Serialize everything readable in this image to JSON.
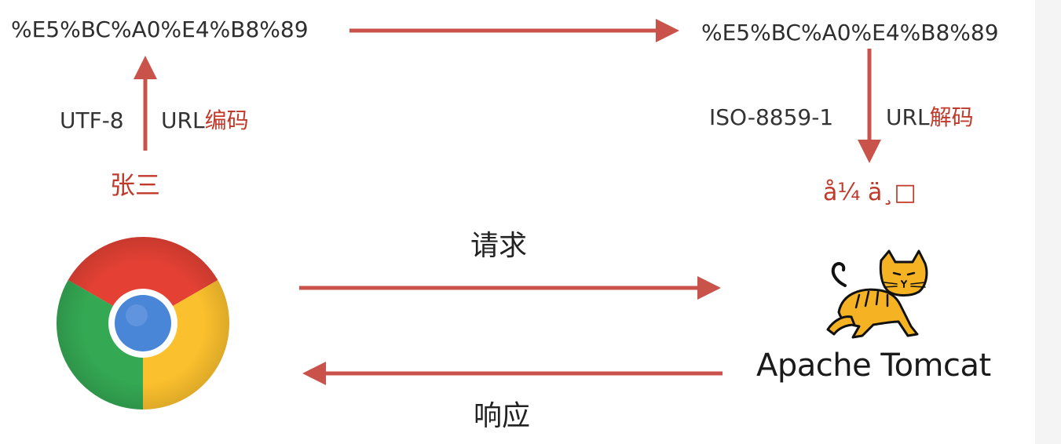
{
  "top_left_encoded": "%E5%BC%A0%E4%B8%89",
  "top_right_encoded": "%E5%BC%A0%E4%B8%89",
  "left_charset": "UTF-8",
  "left_op_prefix": "URL",
  "left_op_suffix": "编码",
  "source_text": "张三",
  "right_charset": "ISO-8859-1",
  "right_op_prefix": "URL",
  "right_op_suffix": "解码",
  "garbled_text": "å¼ ä¸□",
  "request_label": "请求",
  "response_label": "响应",
  "server_name": "Apache Tomcat",
  "colors": {
    "arrow": "#c9534a",
    "highlight": "#c0392b",
    "chrome_red": "#e44134",
    "chrome_green": "#34a853",
    "chrome_yellow": "#fbc02d",
    "chrome_blue": "#4a86d8",
    "tomcat_cat": "#f5b324"
  },
  "icons": {
    "browser": "chrome-logo-icon",
    "server": "tomcat-cat-icon"
  }
}
